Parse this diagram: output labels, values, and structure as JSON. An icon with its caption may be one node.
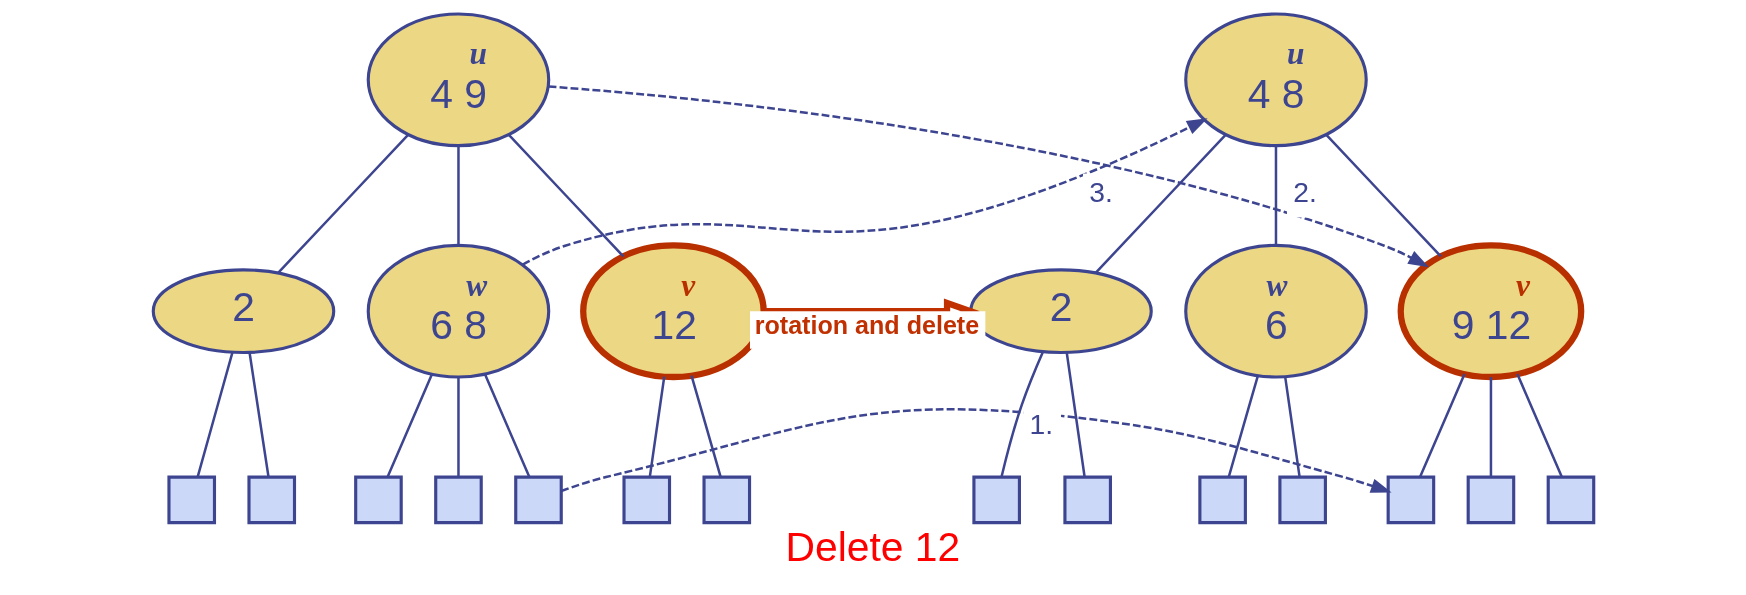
{
  "diagram": {
    "caption": "Delete 12",
    "nodes": [
      {
        "text": [
          "u",
          "4 9"
        ]
      },
      {
        "text": [
          "2"
        ]
      },
      {
        "text": [
          "w",
          "6 8"
        ]
      },
      {
        "text": [
          "v",
          "12"
        ]
      },
      {
        "text": [],
        "shape": "box"
      },
      {
        "text": [],
        "shape": "box"
      },
      {
        "text": [],
        "shape": "box"
      },
      {
        "text": [],
        "shape": "box"
      },
      {
        "text": [],
        "shape": "box"
      },
      {
        "text": [],
        "shape": "box"
      },
      {
        "text": [],
        "shape": "box"
      },
      {
        "text": [
          "u",
          "4 8"
        ]
      },
      {
        "text": [
          "2"
        ]
      },
      {
        "text": [
          "w",
          "6"
        ]
      },
      {
        "text": [
          "v",
          "9 12"
        ]
      },
      {
        "text": [],
        "shape": "box"
      },
      {
        "text": [],
        "shape": "box"
      },
      {
        "text": [],
        "shape": "box"
      },
      {
        "text": [],
        "shape": "box"
      },
      {
        "text": [],
        "shape": "box"
      },
      {
        "text": [],
        "shape": "box"
      },
      {
        "text": [],
        "shape": "box"
      }
    ],
    "edges": [
      {
        "from": 0,
        "to": 1,
        "arrow": "none"
      },
      {
        "from": 0,
        "to": 2,
        "arrow": "none"
      },
      {
        "from": 0,
        "to": 3,
        "arrow": "none"
      },
      {
        "from": 1,
        "to": 4,
        "arrow": "none"
      },
      {
        "from": 1,
        "to": 5,
        "arrow": "none"
      },
      {
        "from": 2,
        "to": 6,
        "arrow": "none"
      },
      {
        "from": 2,
        "to": 7,
        "arrow": "none"
      },
      {
        "from": 2,
        "to": 8,
        "arrow": "none"
      },
      {
        "from": 3,
        "to": 9,
        "arrow": "none"
      },
      {
        "from": 3,
        "to": 10,
        "arrow": "none"
      },
      {
        "from": 11,
        "to": 12,
        "arrow": "none"
      },
      {
        "from": 11,
        "to": 13,
        "arrow": "none"
      },
      {
        "from": 11,
        "to": 14,
        "arrow": "none"
      },
      {
        "from": 12,
        "to": 15,
        "arrow": "none"
      },
      {
        "from": 12,
        "to": 16,
        "arrow": "none"
      },
      {
        "from": 13,
        "to": 17,
        "arrow": "none"
      },
      {
        "from": 13,
        "to": 18,
        "arrow": "none"
      },
      {
        "from": 14,
        "to": 19,
        "arrow": "none"
      },
      {
        "from": 14,
        "to": 20,
        "arrow": "none"
      },
      {
        "from": 14,
        "to": 21,
        "arrow": "none"
      },
      {
        "from": 3,
        "to": 12,
        "arrow": "to",
        "label": "rotation and delete",
        "style": "thick",
        "color": "#c03000"
      },
      {
        "from": 8,
        "to": 19,
        "arrow": "to",
        "label": "1.",
        "style": "dashed"
      },
      {
        "from": 2,
        "to": 11,
        "arrow": "to",
        "label": "3.",
        "style": "dashed"
      },
      {
        "from": 0,
        "to": 14,
        "arrow": "to",
        "label": "2.",
        "style": "dashed"
      }
    ]
  }
}
